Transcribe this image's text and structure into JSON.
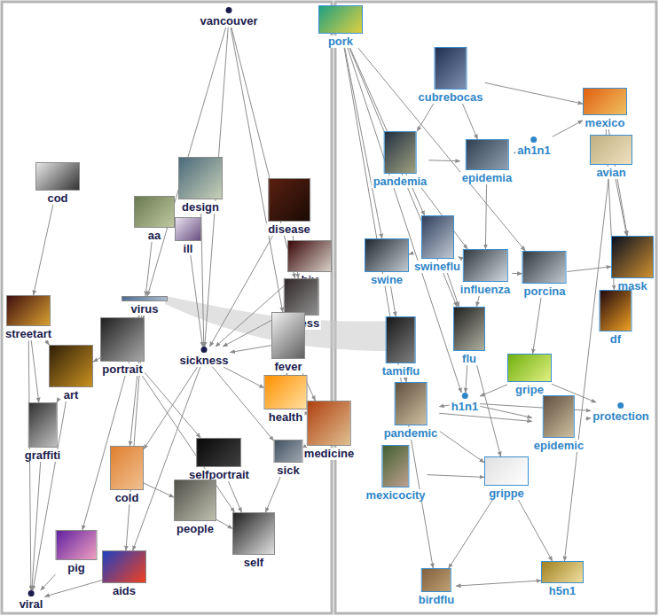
{
  "diagram": {
    "nodes": [
      {
        "text": [
          "vancouver"
        ]
      },
      {
        "text": [
          "cod"
        ]
      },
      {
        "text": [
          "design"
        ]
      },
      {
        "text": [
          "aa"
        ]
      },
      {
        "text": [
          "ill"
        ]
      },
      {
        "text": [
          "disease"
        ]
      },
      {
        "text": [
          "hiv"
        ]
      },
      {
        "text": [
          "illness"
        ]
      },
      {
        "text": [
          "virus"
        ]
      },
      {
        "text": [
          "streetart"
        ]
      },
      {
        "text": [
          "portrait"
        ]
      },
      {
        "text": [
          "sickness"
        ]
      },
      {
        "text": [
          "fever"
        ]
      },
      {
        "text": [
          "art"
        ]
      },
      {
        "text": [
          "health"
        ]
      },
      {
        "text": [
          "medicine"
        ]
      },
      {
        "text": [
          "graffiti"
        ]
      },
      {
        "text": [
          "selfportrait"
        ]
      },
      {
        "text": [
          "sick"
        ]
      },
      {
        "text": [
          "cold"
        ]
      },
      {
        "text": [
          "people"
        ]
      },
      {
        "text": [
          "self"
        ]
      },
      {
        "text": [
          "pig"
        ]
      },
      {
        "text": [
          "aids"
        ]
      },
      {
        "text": [
          "viral"
        ]
      },
      {
        "text": [
          "pork"
        ]
      },
      {
        "text": [
          "cubrebocas"
        ]
      },
      {
        "text": [
          "mexico"
        ]
      },
      {
        "text": [
          "ah1n1"
        ]
      },
      {
        "text": [
          "avian"
        ]
      },
      {
        "text": [
          "pandemia"
        ]
      },
      {
        "text": [
          "epidemia"
        ]
      },
      {
        "text": [
          "swineflu"
        ]
      },
      {
        "text": [
          "swine"
        ]
      },
      {
        "text": [
          "influenza"
        ]
      },
      {
        "text": [
          "porcina"
        ]
      },
      {
        "text": [
          "mask"
        ]
      },
      {
        "text": [
          "df"
        ]
      },
      {
        "text": [
          "tamiflu"
        ]
      },
      {
        "text": [
          "flu"
        ]
      },
      {
        "text": [
          "gripe"
        ]
      },
      {
        "text": [
          "h1n1"
        ]
      },
      {
        "text": [
          "protection"
        ]
      },
      {
        "text": [
          "pandemic"
        ]
      },
      {
        "text": [
          "epidemic"
        ]
      },
      {
        "text": [
          "mexicocity"
        ]
      },
      {
        "text": [
          "grippe"
        ]
      },
      {
        "text": [
          "birdflu"
        ]
      },
      {
        "text": [
          "h5n1"
        ]
      }
    ],
    "edges": [
      {
        "from": 0,
        "to": 8,
        "arrow": "to"
      },
      {
        "from": 0,
        "to": 11,
        "arrow": "to"
      },
      {
        "from": 0,
        "to": 7,
        "arrow": "to"
      },
      {
        "from": 0,
        "to": 12,
        "arrow": "to"
      },
      {
        "from": 1,
        "to": 9,
        "arrow": "to"
      },
      {
        "from": 2,
        "to": 11,
        "arrow": "to"
      },
      {
        "from": 3,
        "to": 8,
        "arrow": "to"
      },
      {
        "from": 4,
        "to": 11,
        "arrow": "to"
      },
      {
        "from": 5,
        "to": 11,
        "arrow": "to"
      },
      {
        "from": 5,
        "to": 7,
        "arrow": "to"
      },
      {
        "from": 6,
        "to": 7,
        "arrow": "to"
      },
      {
        "from": 6,
        "to": 11,
        "arrow": "to"
      },
      {
        "from": 7,
        "to": 11,
        "arrow": "to"
      },
      {
        "from": 12,
        "to": 11,
        "arrow": "to"
      },
      {
        "from": 9,
        "to": 13,
        "arrow": "to"
      },
      {
        "from": 9,
        "to": 16,
        "arrow": "to"
      },
      {
        "from": 13,
        "to": 16,
        "arrow": "to"
      },
      {
        "from": 10,
        "to": 17,
        "arrow": "to"
      },
      {
        "from": 10,
        "to": 21,
        "arrow": "to"
      },
      {
        "from": 10,
        "to": 13,
        "arrow": "to"
      },
      {
        "from": 11,
        "to": 14,
        "arrow": "to"
      },
      {
        "from": 11,
        "to": 18,
        "arrow": "to"
      },
      {
        "from": 11,
        "to": 19,
        "arrow": "to"
      },
      {
        "from": 11,
        "to": 23,
        "arrow": "to"
      },
      {
        "from": 12,
        "to": 14,
        "arrow": "to"
      },
      {
        "from": 14,
        "to": 15,
        "arrow": "to"
      },
      {
        "from": 18,
        "to": 15,
        "arrow": "to"
      },
      {
        "from": 18,
        "to": 21,
        "arrow": "to"
      },
      {
        "from": 17,
        "to": 21,
        "arrow": "to"
      },
      {
        "from": 20,
        "to": 21,
        "arrow": "to"
      },
      {
        "from": 20,
        "to": 17,
        "arrow": "to"
      },
      {
        "from": 19,
        "to": 20,
        "arrow": "to"
      },
      {
        "from": 22,
        "to": 24,
        "arrow": "to"
      },
      {
        "from": 23,
        "to": 24,
        "arrow": "to"
      },
      {
        "from": 16,
        "to": 24,
        "arrow": "to"
      },
      {
        "from": 13,
        "to": 24,
        "arrow": "to"
      },
      {
        "from": 9,
        "to": 24,
        "arrow": "to"
      },
      {
        "from": 8,
        "to": 23,
        "arrow": "to"
      },
      {
        "from": 8,
        "to": 19,
        "arrow": "to"
      },
      {
        "from": 8,
        "to": 22,
        "arrow": "to"
      },
      {
        "from": 8,
        "to": 10,
        "arrow": "to"
      },
      {
        "from": 12,
        "to": 15,
        "arrow": "to"
      },
      {
        "from": 7,
        "to": 12,
        "arrow": "to"
      },
      {
        "from": 25,
        "to": 33,
        "arrow": "to"
      },
      {
        "from": 25,
        "to": 32,
        "arrow": "to"
      },
      {
        "from": 25,
        "to": 35,
        "arrow": "to"
      },
      {
        "from": 25,
        "to": 39,
        "arrow": "to"
      },
      {
        "from": 25,
        "to": 41,
        "arrow": "to"
      },
      {
        "from": 25,
        "to": 47,
        "arrow": "to"
      },
      {
        "from": 26,
        "to": 27,
        "arrow": "to"
      },
      {
        "from": 26,
        "to": 30,
        "arrow": "to"
      },
      {
        "from": 26,
        "to": 31,
        "arrow": "to"
      },
      {
        "from": 28,
        "to": 27,
        "arrow": "to"
      },
      {
        "from": 28,
        "to": 31,
        "arrow": "to"
      },
      {
        "from": 30,
        "to": 31,
        "arrow": "to"
      },
      {
        "from": 30,
        "to": 34,
        "arrow": "to"
      },
      {
        "from": 31,
        "to": 34,
        "arrow": "to"
      },
      {
        "from": 32,
        "to": 33,
        "arrow": "to"
      },
      {
        "from": 32,
        "to": 34,
        "arrow": "to"
      },
      {
        "from": 34,
        "to": 35,
        "arrow": "to"
      },
      {
        "from": 35,
        "to": 36,
        "arrow": "to"
      },
      {
        "from": 29,
        "to": 36,
        "arrow": "to"
      },
      {
        "from": 27,
        "to": 36,
        "arrow": "to"
      },
      {
        "from": 27,
        "to": 37,
        "arrow": "to"
      },
      {
        "from": 33,
        "to": 38,
        "arrow": "to"
      },
      {
        "from": 34,
        "to": 39,
        "arrow": "to"
      },
      {
        "from": 39,
        "to": 41,
        "arrow": "to"
      },
      {
        "from": 40,
        "to": 41,
        "arrow": "to"
      },
      {
        "from": 41,
        "to": 42,
        "arrow": "to"
      },
      {
        "from": 40,
        "to": 42,
        "arrow": "to"
      },
      {
        "from": 36,
        "to": 37,
        "arrow": "to"
      },
      {
        "from": 43,
        "to": 44,
        "arrow": "to"
      },
      {
        "from": 41,
        "to": 43,
        "arrow": "to"
      },
      {
        "from": 41,
        "to": 44,
        "arrow": "to"
      },
      {
        "from": 44,
        "to": 42,
        "arrow": "to"
      },
      {
        "from": 45,
        "to": 46,
        "arrow": "to"
      },
      {
        "from": 43,
        "to": 46,
        "arrow": "to"
      },
      {
        "from": 46,
        "to": 47,
        "arrow": "to"
      },
      {
        "from": 47,
        "to": 48,
        "arrow": "both"
      },
      {
        "from": 29,
        "to": 48,
        "arrow": "to"
      },
      {
        "from": 46,
        "to": 48,
        "arrow": "to"
      },
      {
        "from": 39,
        "to": 46,
        "arrow": "to"
      },
      {
        "from": 38,
        "to": 43,
        "arrow": "to"
      },
      {
        "from": 32,
        "to": 39,
        "arrow": "to"
      },
      {
        "from": 35,
        "to": 40,
        "arrow": "to"
      }
    ]
  }
}
